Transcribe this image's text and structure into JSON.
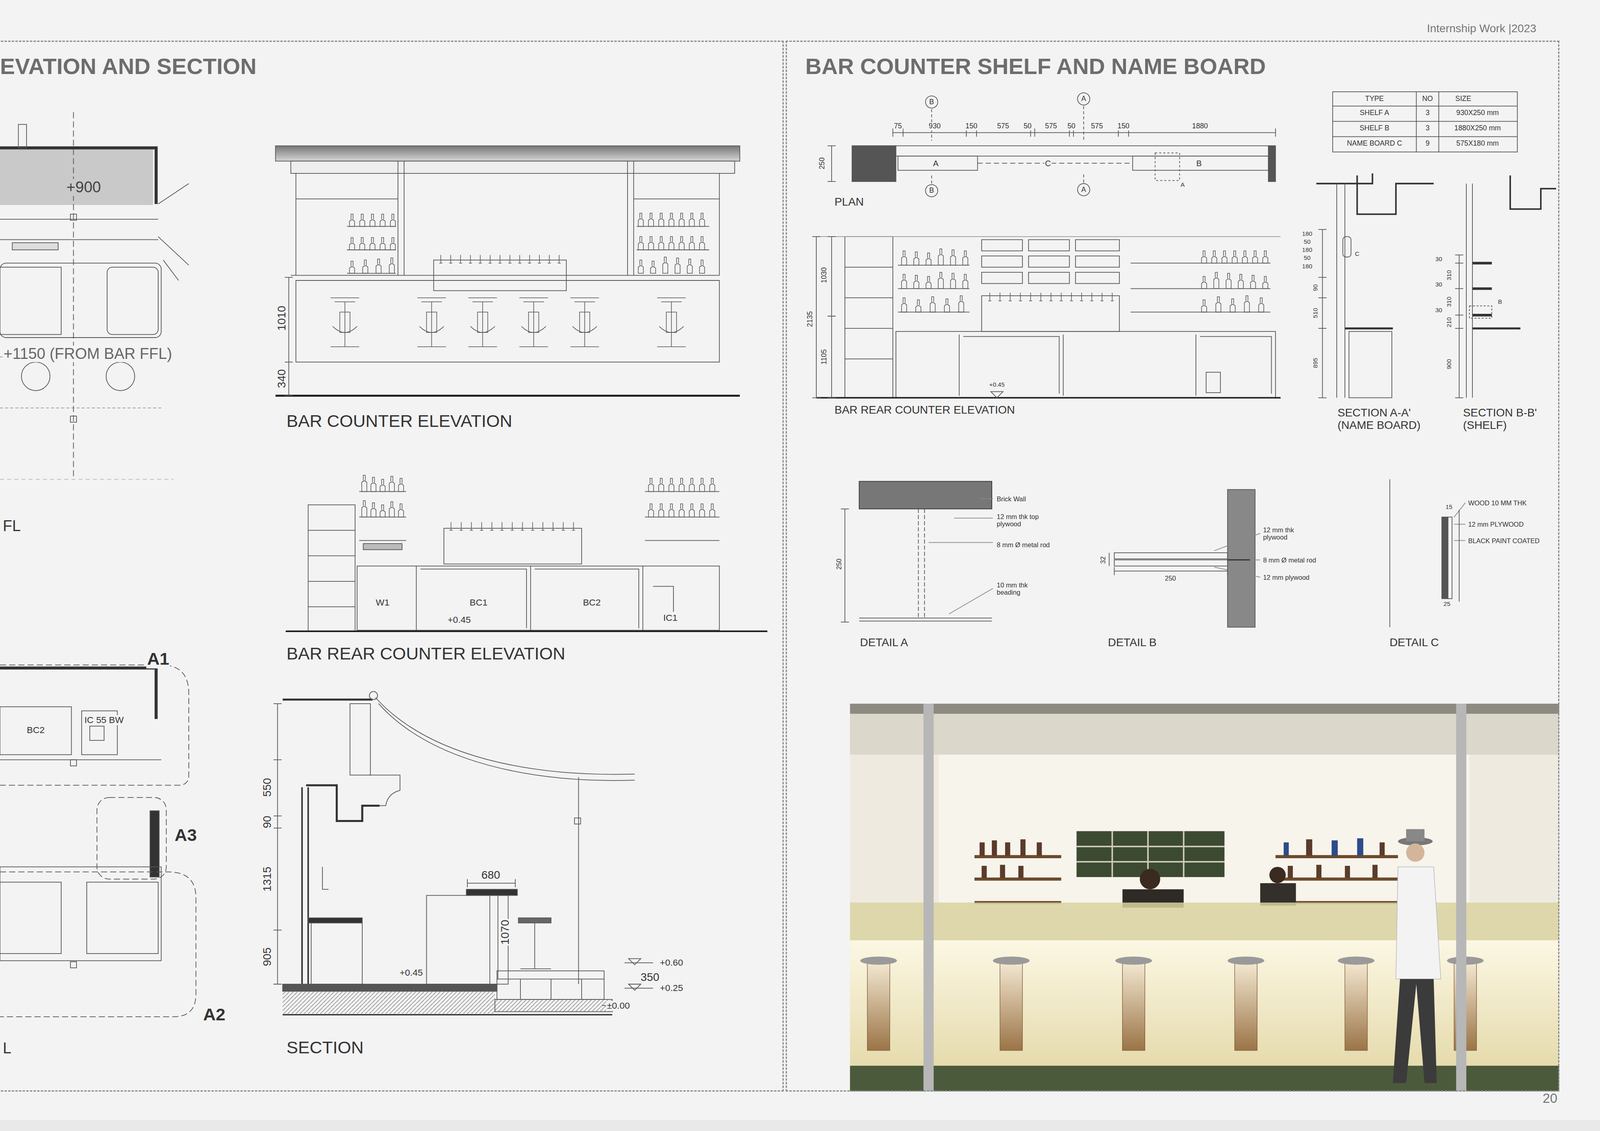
{
  "diagram": {
    "nodes": [
      {
        "text": [
          "EVATION AND SECTION"
        ]
      },
      {
        "text": [
          "BAR COUNTER SHELF AND NAME BOARD"
        ]
      }
    ],
    "labels": [
      "Internship Work |2023",
      "+900",
      "+1150 (FROM BAR FFL)",
      "FL",
      "L",
      "BC2",
      "IC 55 BW",
      "A1",
      "A3",
      "A2",
      "1010",
      "340",
      "BAR COUNTER ELEVATION",
      "W1",
      "BC1",
      "BC2",
      "+0.45",
      "IC1",
      "BAR REAR COUNTER ELEVATION",
      "550",
      "90",
      "1315",
      "905",
      "680",
      "1070",
      "+0.45",
      "+0.60",
      "350",
      "+0.25",
      "±0.00",
      "SECTION",
      "B",
      "B",
      "A",
      "A",
      "75",
      "930",
      "150",
      "575",
      "50",
      "575",
      "50",
      "575",
      "150",
      "1880",
      "250",
      "A",
      "C",
      "B",
      "A",
      "PLAN",
      "TYPE",
      "NO",
      "SIZE",
      "SHELF A",
      "3",
      "930X250 mm",
      "SHELF B",
      "3",
      "1880X250 mm",
      "NAME BOARD C",
      "9",
      "575X180 mm",
      "1030",
      "2135",
      "1105",
      "+0.45",
      "BAR REAR COUNTER ELEVATION",
      "180",
      "50",
      "180",
      "50",
      "180",
      "90",
      "510",
      "895",
      "C",
      "SECTION A-A' (NAME BOARD)",
      "30",
      "310",
      "30",
      "310",
      "30",
      "210",
      "900",
      "B",
      "SECTION B-B' (SHELF)",
      "Brick Wall",
      "12 mm thk top plywood",
      "8 mm Ø metal rod",
      "10 mm thk beading",
      "250",
      "DETAIL A",
      "12 mm thk plywood",
      "8 mm Ø metal rod",
      "12 mm plywood",
      "32",
      "250",
      "DETAIL B",
      "WOOD 10 MM THK",
      "12 mm PLYWOOD",
      "BLACK PAINT COATED",
      "15",
      "25",
      "DETAIL C",
      "20"
    ]
  }
}
